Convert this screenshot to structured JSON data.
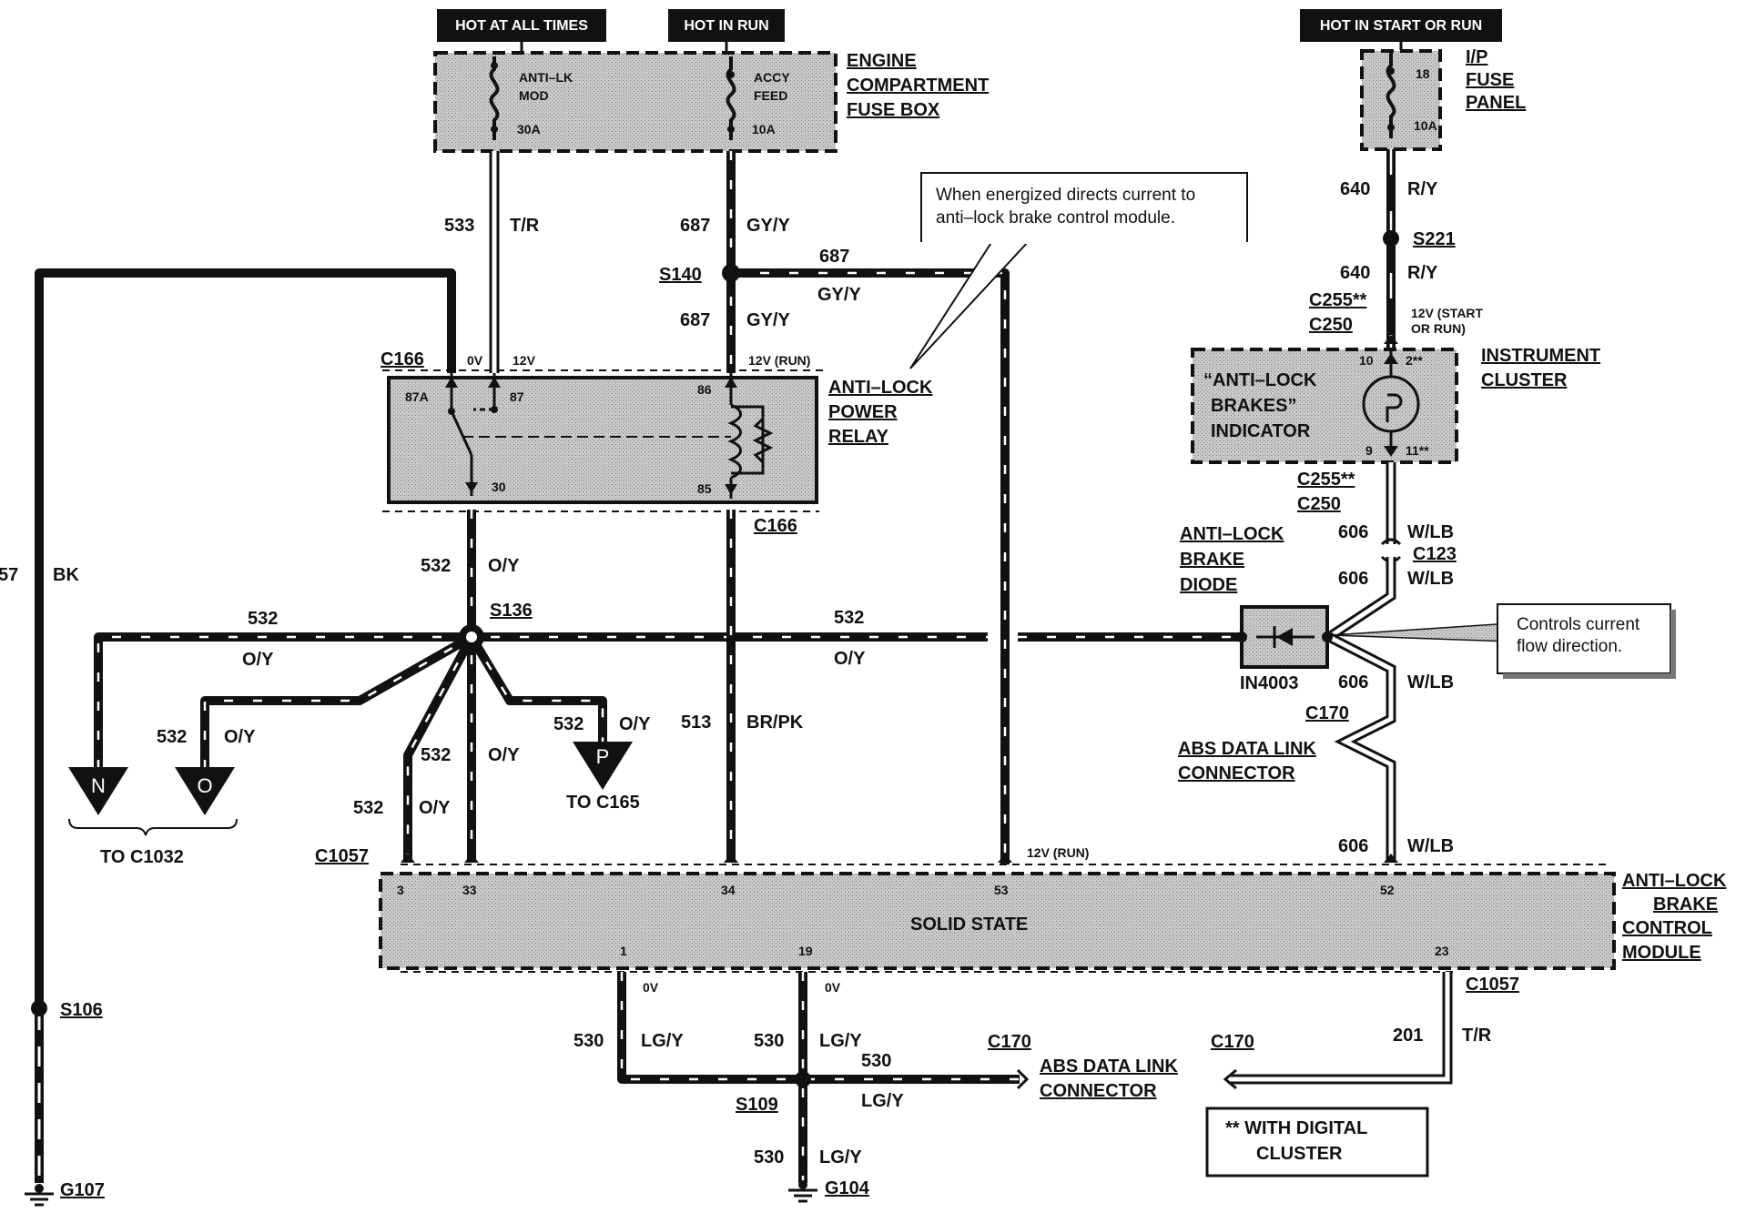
{
  "power_labels": {
    "hot_at_all_times": "HOT AT ALL TIMES",
    "hot_in_run": "HOT IN RUN",
    "hot_in_start_or_run": "HOT IN START OR RUN"
  },
  "engine_fuse_box": {
    "name": [
      "ENGINE",
      "COMPARTMENT",
      "FUSE BOX"
    ],
    "fuse1": {
      "name1": "ANTI–LK",
      "name2": "MOD",
      "rating": "30A"
    },
    "fuse2": {
      "name1": "ACCY",
      "name2": "FEED",
      "rating": "10A"
    }
  },
  "ip_fuse_panel": {
    "name": [
      "I/P",
      "FUSE",
      "PANEL"
    ],
    "fuse_num": "18",
    "rating": "10A"
  },
  "callouts": {
    "relay_note": [
      "When energized directs current to",
      "anti–lock brake control module."
    ],
    "diode_note": [
      "Controls  current",
      "flow  direction."
    ]
  },
  "relay": {
    "name": [
      "ANTI–LOCK",
      "POWER",
      "RELAY"
    ],
    "pins": {
      "p87a": "87A",
      "p87": "87",
      "p86": "86",
      "p30": "30",
      "p85": "85"
    },
    "voltages": {
      "v0": "0V",
      "v12": "12V",
      "v12run": "12V (RUN)"
    }
  },
  "wires": {
    "w533": {
      "num": "533",
      "color": "T/R"
    },
    "w687a": {
      "num": "687",
      "color": "GY/Y"
    },
    "w687b": {
      "num": "687",
      "color": "GY/Y"
    },
    "w687c": {
      "num": "687",
      "color": "GY/Y"
    },
    "w57": {
      "num": "57",
      "color": "BK"
    },
    "w532_main": {
      "num": "532",
      "color": "O/Y"
    },
    "w532_left": {
      "num": "532",
      "color": "O/Y"
    },
    "w532_right": {
      "num": "532",
      "color": "O/Y"
    },
    "w532_o": {
      "num": "532",
      "color": "O/Y"
    },
    "w532_p": {
      "num": "532",
      "color": "O/Y"
    },
    "w532_33": {
      "num": "532",
      "color": "O/Y"
    },
    "w532_3": {
      "num": "532",
      "color": "O/Y"
    },
    "w513": {
      "num": "513",
      "color": "BR/PK"
    },
    "w640a": {
      "num": "640",
      "color": "R/Y"
    },
    "w640b": {
      "num": "640",
      "color": "R/Y"
    },
    "w606a": {
      "num": "606",
      "color": "W/LB"
    },
    "w606b": {
      "num": "606",
      "color": "W/LB"
    },
    "w606c": {
      "num": "606",
      "color": "W/LB"
    },
    "w606d": {
      "num": "606",
      "color": "W/LB"
    },
    "w530a": {
      "num": "530",
      "color": "LG/Y"
    },
    "w530b": {
      "num": "530",
      "color": "LG/Y"
    },
    "w530c": {
      "num": "530",
      "color": "LG/Y"
    },
    "w530d": {
      "num": "530",
      "color": "LG/Y"
    },
    "w201": {
      "num": "201",
      "color": "T/R"
    }
  },
  "connectors": {
    "c166a": "C166",
    "c166b": "C166",
    "s140": "S140",
    "s136": "S136",
    "s221": "S221",
    "c255a": "C255**",
    "c250a": "C250",
    "c255b": "C255**",
    "c250b": "C250",
    "c123": "C123",
    "c170a": "C170",
    "c170b": "C170",
    "c170c": "C170",
    "c1057a": "C1057",
    "c1057b": "C1057",
    "s106": "S106",
    "g107": "G107",
    "s109": "S109",
    "g104": "G104"
  },
  "cluster": {
    "name": [
      "INSTRUMENT",
      "CLUSTER"
    ],
    "indicator": [
      "“ANTI–LOCK",
      "BRAKES”",
      "INDICATOR"
    ],
    "pins": {
      "p10": "10",
      "p2": "2**",
      "p9": "9",
      "p11": "11**"
    },
    "voltage": "12V (START",
    "voltage2": "OR RUN)"
  },
  "diode": {
    "name": [
      "ANTI–LOCK",
      "BRAKE",
      "DIODE"
    ],
    "part": "IN4003"
  },
  "abs_link": {
    "name": [
      "ABS DATA LINK",
      "CONNECTOR"
    ]
  },
  "abs_link2": {
    "name": [
      "ABS DATA LINK",
      "CONNECTOR"
    ]
  },
  "module": {
    "name": [
      "ANTI–LOCK",
      "BRAKE",
      "CONTROL",
      "MODULE"
    ],
    "label": "SOLID STATE",
    "pins": {
      "p3": "3",
      "p33": "33",
      "p34": "34",
      "p53": "53",
      "p52": "52",
      "p1": "1",
      "p19": "19",
      "p23": "23"
    },
    "v12run": "12V (RUN)",
    "v0a": "0V",
    "v0b": "0V"
  },
  "offpage": {
    "n": "N",
    "o": "O",
    "p": "P",
    "to_c1032": "TO C1032",
    "to_c165": "TO C165"
  },
  "legend": [
    "**  WITH DIGITAL",
    "CLUSTER"
  ]
}
